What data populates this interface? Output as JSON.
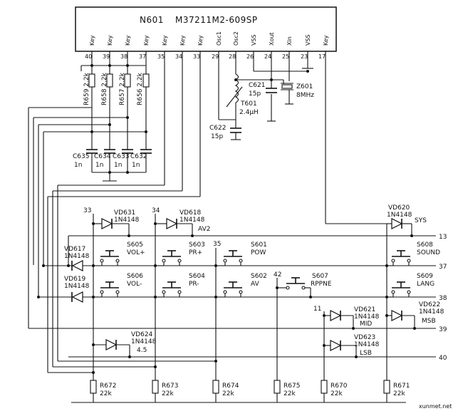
{
  "ic": {
    "ref": "N601",
    "part": "M37211M2-609SP",
    "pins": [
      {
        "name": "Key",
        "num": "40"
      },
      {
        "name": "Key",
        "num": "39"
      },
      {
        "name": "Key",
        "num": "38"
      },
      {
        "name": "Key",
        "num": "37"
      },
      {
        "name": "Key",
        "num": "35"
      },
      {
        "name": "Key",
        "num": "34"
      },
      {
        "name": "Key",
        "num": "33"
      },
      {
        "name": "Osc1",
        "num": "29"
      },
      {
        "name": "Osc2",
        "num": "28"
      },
      {
        "name": "VSS",
        "num": "26"
      },
      {
        "name": "Xout",
        "num": "24"
      },
      {
        "name": "Xin",
        "num": "25"
      },
      {
        "name": "VSS",
        "num": "23"
      },
      {
        "name": "Key",
        "num": "17"
      }
    ]
  },
  "resistors_pullup": [
    {
      "ref": "R659",
      "value": "2.2k"
    },
    {
      "ref": "R658",
      "value": "2.2k"
    },
    {
      "ref": "R657",
      "value": "2.2k"
    },
    {
      "ref": "R656",
      "value": "2.2k"
    }
  ],
  "caps_filter": [
    {
      "ref": "C635",
      "value": "1n"
    },
    {
      "ref": "C634",
      "value": "1n"
    },
    {
      "ref": "C633",
      "value": "1n"
    },
    {
      "ref": "C632",
      "value": "1n"
    }
  ],
  "osc": {
    "c621_ref": "C621",
    "c621_val": "15p",
    "t601_ref": "T601",
    "t601_val": "2.4μH",
    "c622_ref": "C622",
    "c622_val": "15p",
    "z601_ref": "Z601",
    "z601_val": "8MHz"
  },
  "diodes": [
    {
      "ref": "VD631",
      "part": "1N4148"
    },
    {
      "ref": "VD618",
      "part": "1N4148"
    },
    {
      "ref": "VD620",
      "part": "1N4148"
    },
    {
      "ref": "VD617",
      "part": "1N4148"
    },
    {
      "ref": "VD619",
      "part": "1N4148"
    },
    {
      "ref": "VD621",
      "part": "1N4148"
    },
    {
      "ref": "VD622",
      "part": "1N4148"
    },
    {
      "ref": "VD623",
      "part": "1N4148"
    },
    {
      "ref": "VD624",
      "part": "1N4148"
    }
  ],
  "diode_tags": {
    "av2": "AV2",
    "sys": "SYS",
    "mid": "MID",
    "msb": "MSB",
    "lsb": "LSB",
    "v45": "4.5"
  },
  "switches": [
    {
      "ref": "S605",
      "label": "VOL+"
    },
    {
      "ref": "S603",
      "label": "PR+"
    },
    {
      "ref": "S601",
      "label": "POW"
    },
    {
      "ref": "S608",
      "label": "SOUND"
    },
    {
      "ref": "S606",
      "label": "VOL-"
    },
    {
      "ref": "S604",
      "label": "PR-"
    },
    {
      "ref": "S602",
      "label": "AV"
    },
    {
      "ref": "S607",
      "label": "RPPNE"
    },
    {
      "ref": "S609",
      "label": "LANG"
    }
  ],
  "line_numbers": {
    "n13": "13",
    "n37": "37",
    "n38": "38",
    "n39": "39",
    "n40": "40",
    "n33": "33",
    "n34": "34",
    "n35": "35",
    "n42": "42",
    "n11": "11"
  },
  "resistors_bottom": [
    {
      "ref": "R672",
      "value": "22k"
    },
    {
      "ref": "R673",
      "value": "22k"
    },
    {
      "ref": "R674",
      "value": "22k"
    },
    {
      "ref": "R675",
      "value": "22k"
    },
    {
      "ref": "R670",
      "value": "22k"
    },
    {
      "ref": "R671",
      "value": "22k"
    }
  ],
  "watermark": "xunmet.net"
}
